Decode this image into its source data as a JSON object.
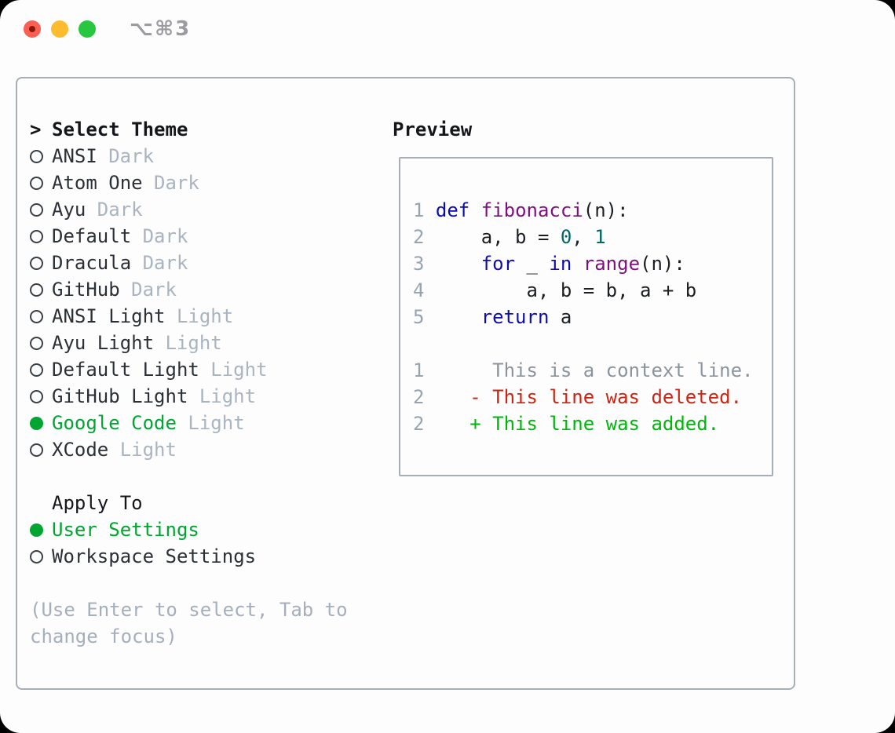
{
  "window": {
    "title": "⌥⌘3"
  },
  "colors": {
    "window_bg": "#fdfdfd",
    "border_gray": "#a7aeb8",
    "accent_green": "#00a532",
    "added_green": "#00b50b",
    "deleted_red": "#cc2412",
    "keyword_blue": "#0c0cb0",
    "title_purple": "#7d107d",
    "literal_teal": "#006666",
    "plain_code": "#1b1e22",
    "context_gray": "#8b939d",
    "lineno_gray": "#98a3b0",
    "muted_gray": "#a9b4c0",
    "hint_gray": "#a5afbc",
    "text_dark": "#2b3036",
    "header_black": "#141619",
    "traffic_red": "#f95f52",
    "traffic_red_dot": "#8b1507",
    "traffic_yellow": "#fdbc2e",
    "traffic_green": "#29c740"
  },
  "theme_panel": {
    "header": {
      "prompt": ">",
      "label": "Select Theme"
    },
    "themes": [
      {
        "name": "ANSI",
        "variant": "Dark",
        "selected": false
      },
      {
        "name": "Atom One",
        "variant": "Dark",
        "selected": false
      },
      {
        "name": "Ayu",
        "variant": "Dark",
        "selected": false
      },
      {
        "name": "Default",
        "variant": "Dark",
        "selected": false
      },
      {
        "name": "Dracula",
        "variant": "Dark",
        "selected": false
      },
      {
        "name": "GitHub",
        "variant": "Dark",
        "selected": false
      },
      {
        "name": "ANSI Light",
        "variant": "Light",
        "selected": false
      },
      {
        "name": "Ayu Light",
        "variant": "Light",
        "selected": false
      },
      {
        "name": "Default Light",
        "variant": "Light",
        "selected": false
      },
      {
        "name": "GitHub Light",
        "variant": "Light",
        "selected": false
      },
      {
        "name": "Google Code",
        "variant": "Light",
        "selected": true
      },
      {
        "name": "XCode",
        "variant": "Light",
        "selected": false
      }
    ],
    "apply_to": {
      "label": "Apply To",
      "options": [
        {
          "label": "User Settings",
          "selected": true
        },
        {
          "label": "Workspace Settings",
          "selected": false
        }
      ]
    },
    "hint_lines": [
      "(Use Enter to select, Tab to",
      "change focus)"
    ]
  },
  "preview": {
    "label": "Preview",
    "code_lines": [
      [
        {
          "c": "ln",
          "t": "1"
        },
        {
          "c": "pl",
          "t": " "
        },
        {
          "c": "kw",
          "t": "def"
        },
        {
          "c": "pl",
          "t": " "
        },
        {
          "c": "ti",
          "t": "fibonacci"
        },
        {
          "c": "pl",
          "t": "(n):"
        }
      ],
      [
        {
          "c": "ln",
          "t": "2"
        },
        {
          "c": "pl",
          "t": "     a, b = "
        },
        {
          "c": "lit",
          "t": "0"
        },
        {
          "c": "pl",
          "t": ", "
        },
        {
          "c": "lit",
          "t": "1"
        }
      ],
      [
        {
          "c": "ln",
          "t": "3"
        },
        {
          "c": "pl",
          "t": "     "
        },
        {
          "c": "kw",
          "t": "for"
        },
        {
          "c": "pl",
          "t": " _ "
        },
        {
          "c": "kw",
          "t": "in"
        },
        {
          "c": "pl",
          "t": " "
        },
        {
          "c": "ti",
          "t": "range"
        },
        {
          "c": "pl",
          "t": "(n):"
        }
      ],
      [
        {
          "c": "ln",
          "t": "4"
        },
        {
          "c": "pl",
          "t": "         a, b = b, a + b"
        }
      ],
      [
        {
          "c": "ln",
          "t": "5"
        },
        {
          "c": "pl",
          "t": "     "
        },
        {
          "c": "kw",
          "t": "return"
        },
        {
          "c": "pl",
          "t": " a"
        }
      ],
      [],
      [
        {
          "c": "ln",
          "t": "1"
        },
        {
          "c": "pl",
          "t": "      "
        },
        {
          "c": "ctx",
          "t": "This is a context line."
        }
      ],
      [
        {
          "c": "ln",
          "t": "2"
        },
        {
          "c": "pl",
          "t": "    "
        },
        {
          "c": "del",
          "t": "- This line was deleted."
        }
      ],
      [
        {
          "c": "ln",
          "t": "2"
        },
        {
          "c": "pl",
          "t": "    "
        },
        {
          "c": "add",
          "t": "+ This line was added."
        }
      ]
    ]
  }
}
